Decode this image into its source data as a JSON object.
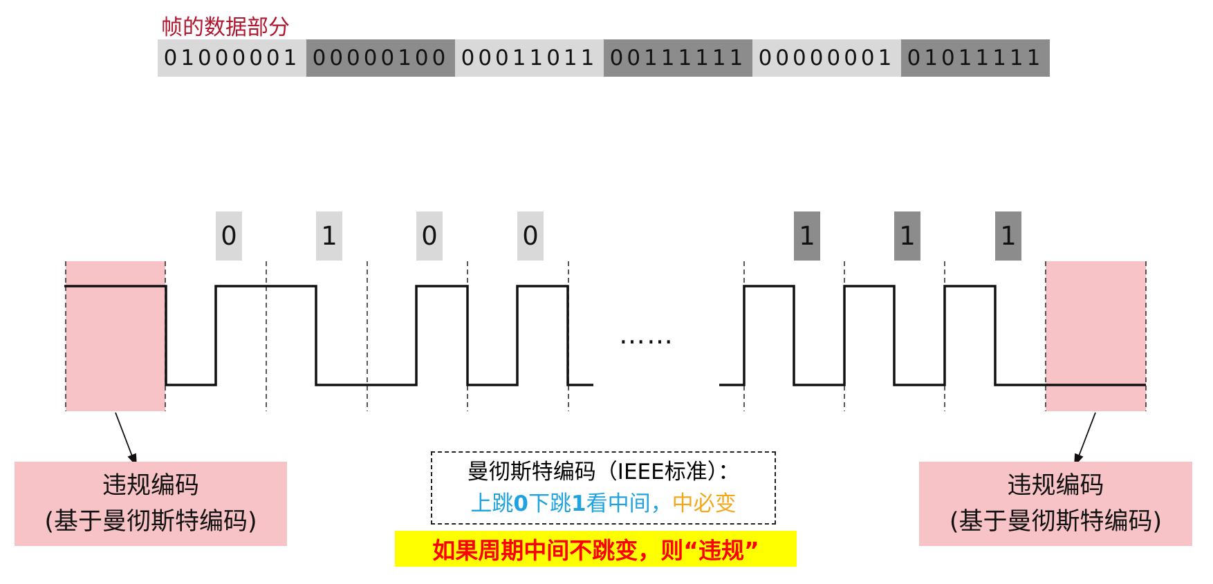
{
  "frame_title": "帧的数据部分",
  "bytes": [
    {
      "bits": "01000001",
      "shade": "light"
    },
    {
      "bits": "00000100",
      "shade": "dark"
    },
    {
      "bits": "00011011",
      "shade": "light"
    },
    {
      "bits": "00111111",
      "shade": "dark"
    },
    {
      "bits": "00000001",
      "shade": "light"
    },
    {
      "bits": "01011111",
      "shade": "dark"
    }
  ],
  "waveform": {
    "bit_labels_left": [
      "0",
      "1",
      "0",
      "0"
    ],
    "bit_labels_right": [
      "1",
      "1",
      "1"
    ],
    "ellipsis": "……"
  },
  "violation_left": {
    "line1": "违规编码",
    "line2": "(基于曼彻斯特编码)"
  },
  "violation_right": {
    "line1": "违规编码",
    "line2": "(基于曼彻斯特编码)"
  },
  "rule": {
    "title": "曼彻斯特编码（IEEE标准）：",
    "part1": "上跳",
    "part2": "0",
    "part3": "下跳",
    "part4": "1",
    "part5": "看中间",
    "part6": "，",
    "part7": "中必变"
  },
  "warning": "如果周期中间不跳变，则“违规”",
  "colors": {
    "title_red": "#b0162e",
    "byte_light": "#d9d9d9",
    "byte_dark": "#8c8c8c",
    "violation_pink": "#f7c3c6",
    "rule_blue": "#1fa3e0",
    "rule_orange": "#f2a81c",
    "warning_bg": "#ffff00",
    "warning_text": "#ff0000"
  }
}
